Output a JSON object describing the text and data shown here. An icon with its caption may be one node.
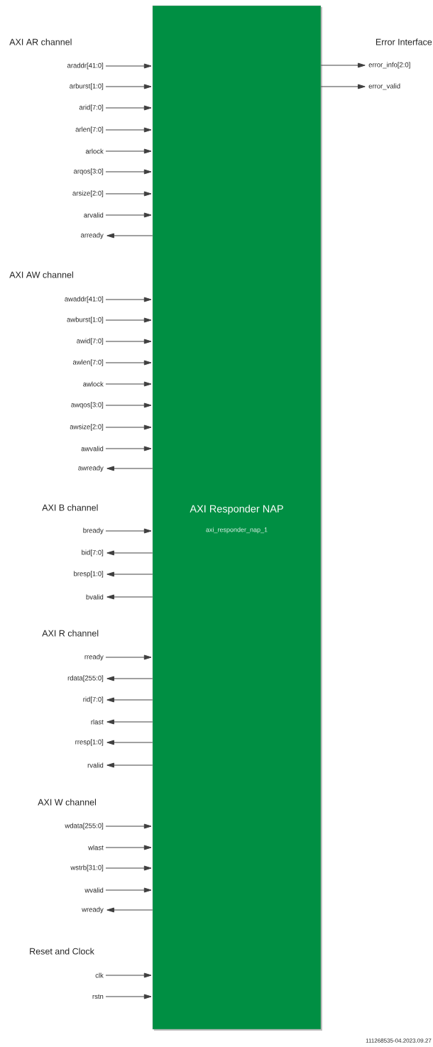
{
  "diagram": {
    "nodes": [
      {
        "text": [
          "AXI Responder NAP",
          "axi_responder_nap_1"
        ]
      },
      {
        "text": [
          "araddr[41:0]"
        ]
      },
      {
        "text": [
          "error_info[2:0]"
        ]
      },
      {
        "text": [
          "arburst[1:0]"
        ]
      },
      {
        "text": [
          "error_valid"
        ]
      },
      {
        "text": [
          "arid[7:0]"
        ]
      },
      {
        "text": [
          "arlen[7:0]"
        ]
      },
      {
        "text": [
          "arlock"
        ]
      },
      {
        "text": [
          "arqos[3:0]"
        ]
      },
      {
        "text": [
          "arsize[2:0]"
        ]
      },
      {
        "text": [
          "arvalid"
        ]
      },
      {
        "text": [
          "arready"
        ]
      },
      {
        "text": [
          "awaddr[41:0]"
        ]
      },
      {
        "text": [
          "awburst[1:0]"
        ]
      },
      {
        "text": [
          "awid[7:0]"
        ]
      },
      {
        "text": [
          "awlen[7:0]"
        ]
      },
      {
        "text": [
          "awlock"
        ]
      },
      {
        "text": [
          "awqos[3:0]"
        ]
      },
      {
        "text": [
          "awsize[2:0]"
        ]
      },
      {
        "text": [
          "awvalid"
        ]
      },
      {
        "text": [
          "awready"
        ]
      },
      {
        "text": [
          "bready"
        ]
      },
      {
        "text": [
          "bid[7:0]"
        ]
      },
      {
        "text": [
          "bresp[1:0]"
        ]
      },
      {
        "text": [
          "bvalid"
        ]
      },
      {
        "text": [
          "rready"
        ]
      },
      {
        "text": [
          "rdata[255:0]"
        ]
      },
      {
        "text": [
          "rid[7:0]"
        ]
      },
      {
        "text": [
          "rlast"
        ]
      },
      {
        "text": [
          "rresp[1:0]"
        ]
      },
      {
        "text": [
          "rvalid"
        ]
      },
      {
        "text": [
          "wdata[255:0]"
        ]
      },
      {
        "text": [
          "wlast"
        ]
      },
      {
        "text": [
          "wstrb[31:0]"
        ]
      },
      {
        "text": [
          "wvalid"
        ]
      },
      {
        "text": [
          "wready"
        ]
      },
      {
        "text": [
          "clk"
        ]
      },
      {
        "text": [
          "rstn"
        ]
      }
    ],
    "edges": [
      {
        "from": 1,
        "to": 0,
        "arrow": "to"
      },
      {
        "from": 0,
        "to": 2,
        "arrow": "to"
      },
      {
        "from": 3,
        "to": 0,
        "arrow": "to"
      },
      {
        "from": 0,
        "to": 4,
        "arrow": "to"
      },
      {
        "from": 5,
        "to": 0,
        "arrow": "to"
      },
      {
        "from": 6,
        "to": 0,
        "arrow": "to"
      },
      {
        "from": 7,
        "to": 0,
        "arrow": "to"
      },
      {
        "from": 8,
        "to": 0,
        "arrow": "to"
      },
      {
        "from": 9,
        "to": 0,
        "arrow": "to"
      },
      {
        "from": 10,
        "to": 0,
        "arrow": "to"
      },
      {
        "from": 0,
        "to": 11,
        "arrow": "to"
      },
      {
        "from": 12,
        "to": 0,
        "arrow": "to"
      },
      {
        "from": 13,
        "to": 0,
        "arrow": "to"
      },
      {
        "from": 14,
        "to": 0,
        "arrow": "to"
      },
      {
        "from": 15,
        "to": 0,
        "arrow": "to"
      },
      {
        "from": 16,
        "to": 0,
        "arrow": "to"
      },
      {
        "from": 17,
        "to": 0,
        "arrow": "to"
      },
      {
        "from": 18,
        "to": 0,
        "arrow": "to"
      },
      {
        "from": 19,
        "to": 0,
        "arrow": "to"
      },
      {
        "from": 0,
        "to": 20,
        "arrow": "to"
      },
      {
        "from": 21,
        "to": 0,
        "arrow": "to"
      },
      {
        "from": 0,
        "to": 22,
        "arrow": "to"
      },
      {
        "from": 0,
        "to": 23,
        "arrow": "to"
      },
      {
        "from": 0,
        "to": 24,
        "arrow": "to"
      },
      {
        "from": 25,
        "to": 0,
        "arrow": "to"
      },
      {
        "from": 0,
        "to": 26,
        "arrow": "to"
      },
      {
        "from": 0,
        "to": 27,
        "arrow": "to"
      },
      {
        "from": 0,
        "to": 28,
        "arrow": "to"
      },
      {
        "from": 0,
        "to": 29,
        "arrow": "to"
      },
      {
        "from": 0,
        "to": 30,
        "arrow": "to"
      },
      {
        "from": 31,
        "to": 0,
        "arrow": "to"
      },
      {
        "from": 32,
        "to": 0,
        "arrow": "to"
      },
      {
        "from": 33,
        "to": 0,
        "arrow": "to"
      },
      {
        "from": 34,
        "to": 0,
        "arrow": "to"
      },
      {
        "from": 0,
        "to": 35,
        "arrow": "to"
      },
      {
        "from": 36,
        "to": 0,
        "arrow": "to"
      },
      {
        "from": 37,
        "to": 0,
        "arrow": "to"
      }
    ],
    "labels": [
      "AXI AR channel",
      "Error Interface",
      "AXI AW channel",
      "AXI B channel",
      "AXI R channel",
      "AXI W channel",
      "Reset and Clock",
      "111268535-04.2023.09.27"
    ]
  }
}
